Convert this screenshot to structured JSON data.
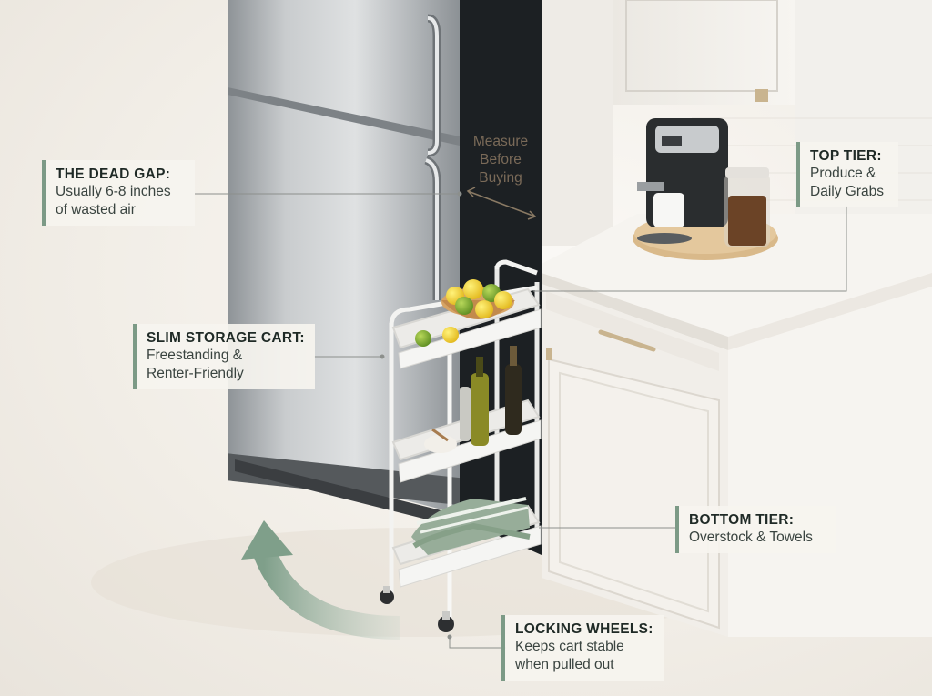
{
  "measure": {
    "line1": "Measure",
    "line2": "Before",
    "line3": "Buying"
  },
  "callouts": {
    "dead_gap": {
      "title": "THE DEAD GAP:",
      "line1": "Usually 6-8 inches",
      "line2": "of wasted air"
    },
    "top_tier": {
      "title": "TOP TIER:",
      "line1": "Produce &",
      "line2": "Daily Grabs"
    },
    "slim_cart": {
      "title": "SLIM STORAGE CART:",
      "line1": "Freestanding &",
      "line2": "Renter-Friendly"
    },
    "bottom_tier": {
      "title": "BOTTOM TIER:",
      "line1": "Overstock & Towels"
    },
    "wheels": {
      "title": "LOCKING WHEELS:",
      "line1": "Keeps cart stable",
      "line2": "when pulled out"
    }
  },
  "colors": {
    "accent": "#7c9a86",
    "steel": "#b9bdc0",
    "cabinet": "#f3f1ed",
    "gap": "#1c2023"
  },
  "icons": {
    "arrow": "curved-arrow-icon"
  }
}
